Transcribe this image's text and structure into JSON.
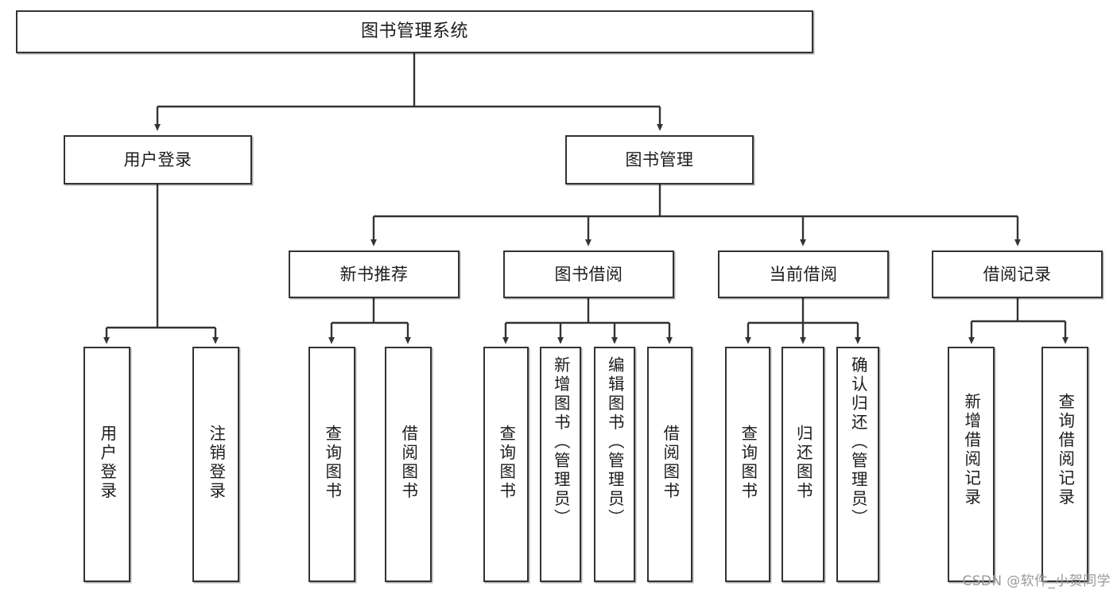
{
  "diagram": {
    "title": "图书管理系统",
    "type": "tree",
    "root": {
      "label": "图书管理系统"
    },
    "level2": [
      {
        "label": "用户登录"
      },
      {
        "label": "图书管理"
      }
    ],
    "level3": [
      {
        "label": "新书推荐"
      },
      {
        "label": "图书借阅"
      },
      {
        "label": "当前借阅"
      },
      {
        "label": "借阅记录"
      }
    ],
    "leaves": {
      "user_login": [
        {
          "label": "用户登录"
        },
        {
          "label": "注销登录"
        }
      ],
      "new_book_recommend": [
        {
          "label": "查询图书"
        },
        {
          "label": "借阅图书"
        }
      ],
      "book_borrow": [
        {
          "label": "查询图书"
        },
        {
          "label": "新增图书（管理员）"
        },
        {
          "label": "编辑图书（管理员）"
        },
        {
          "label": "借阅图书"
        }
      ],
      "current_borrow": [
        {
          "label": "查询图书"
        },
        {
          "label": "归还图书"
        },
        {
          "label": "确认归还（管理员）"
        }
      ],
      "borrow_record": [
        {
          "label": "新增借阅记录"
        },
        {
          "label": "查询借阅记录"
        }
      ]
    }
  },
  "watermark": {
    "text": "CSDN @软件_小贺同学"
  },
  "colors": {
    "stroke": "#333333",
    "text": "#1c1c1c",
    "background": "#ffffff",
    "watermark": "#9a9a9a"
  }
}
